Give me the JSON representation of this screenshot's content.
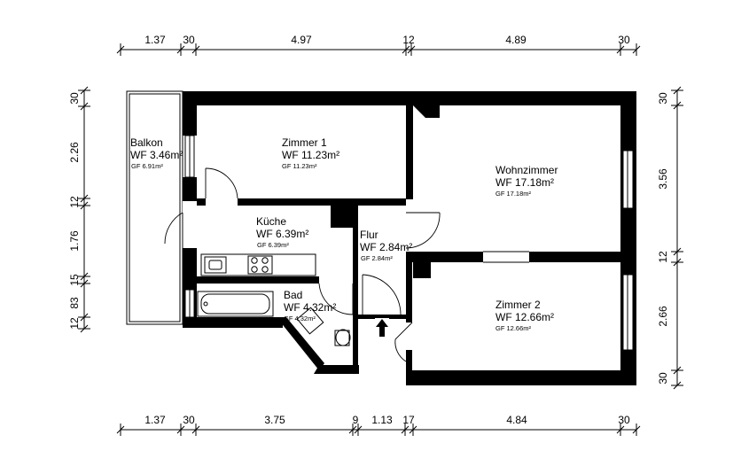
{
  "plan": {
    "dimensions": {
      "top": [
        "1.37",
        "30",
        "4.97",
        "12",
        "4.89",
        "30"
      ],
      "bottom": [
        "1.37",
        "30",
        "3.75",
        "9",
        "1.13",
        "17",
        "4.84",
        "30"
      ],
      "left": [
        "30",
        "2.26",
        "12",
        "1.76",
        "15",
        "83",
        "12"
      ],
      "right": [
        "30",
        "3.56",
        "12",
        "2.66",
        "30"
      ]
    },
    "rooms": [
      {
        "id": "balkon",
        "name": "Balkon",
        "wf": "WF 3.46m²",
        "gf": "GF 6.91m²"
      },
      {
        "id": "zimmer1",
        "name": "Zimmer 1",
        "wf": "WF 11.23m²",
        "gf": "GF 11.23m²"
      },
      {
        "id": "wohnzimmer",
        "name": "Wohnzimmer",
        "wf": "WF 17.18m²",
        "gf": "GF 17.18m²"
      },
      {
        "id": "kueche",
        "name": "Küche",
        "wf": "WF 6.39m²",
        "gf": "GF 6.39m²"
      },
      {
        "id": "flur",
        "name": "Flur",
        "wf": "WF 2.84m²",
        "gf": "GF 2.84m²"
      },
      {
        "id": "bad",
        "name": "Bad",
        "wf": "WF 4.32m²",
        "gf": "GF 4.32m²"
      },
      {
        "id": "zimmer2",
        "name": "Zimmer 2",
        "wf": "WF 12.66m²",
        "gf": "GF 12.66m²"
      }
    ],
    "entrance_icon": "entrance-arrow-icon"
  }
}
